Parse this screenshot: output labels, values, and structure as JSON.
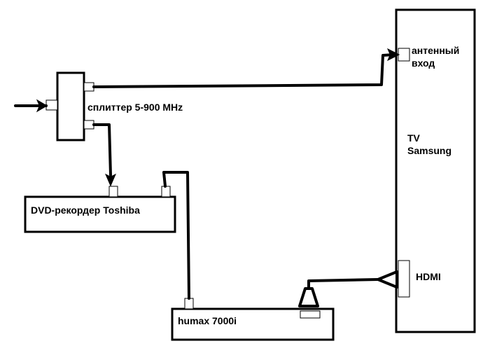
{
  "colors": {
    "stroke": "#000000",
    "background": "#ffffff"
  },
  "labels": {
    "splitter": "сплиттер 5-900 MHz",
    "antenna_line1": "антенный",
    "antenna_line2": "вход",
    "tv_line1": "TV",
    "tv_line2": "Samsung",
    "hdmi": "HDMI",
    "dvd": "DVD-рекордер Toshiba",
    "humax": "humax 7000i"
  }
}
